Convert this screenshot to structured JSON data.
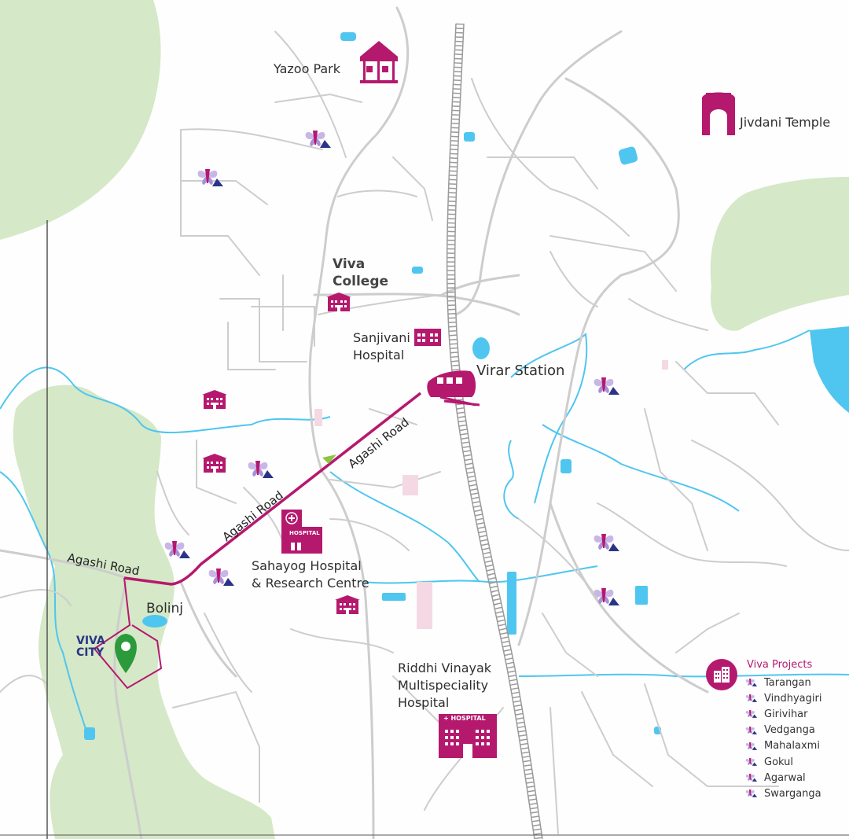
{
  "colors": {
    "green": "#d5e8c7",
    "water": "#4fc6ef",
    "road": "#cdcdcd",
    "magenta": "#b5196e",
    "marker": "#2a9a3a",
    "navy": "#2a3487"
  },
  "places": {
    "yazoo_park": "Yazoo Park",
    "jivdani_temple": "Jivdani Temple",
    "viva_college_1": "Viva",
    "viva_college_2": "College",
    "sanjivani_1": "Sanjivani",
    "sanjivani_2": "Hospital",
    "virar_station": "Virar Station",
    "agashi_road_1": "Agashi Road",
    "agashi_road_2": "Agashi Road",
    "agashi_road_3": "Agashi Road",
    "sahayog_1": "Sahayog Hospital",
    "sahayog_2": "& Research Centre",
    "bolinj": "Bolinj",
    "viva_city_1": "VIVA",
    "viva_city_2": "CITY",
    "riddhi_1": "Riddhi Vinayak",
    "riddhi_2": "Multispeciality",
    "riddhi_3": "Hospital",
    "hospital_sign_1": "HOSPITAL",
    "hospital_sign_2": "+ HOSPITAL"
  },
  "legend": {
    "title": "Viva Projects",
    "items": [
      "Tarangan",
      "Vindhyagiri",
      "Girivihar",
      "Vedganga",
      "Mahalaxmi",
      "Gokul",
      "Agarwal",
      "Swarganga"
    ]
  }
}
